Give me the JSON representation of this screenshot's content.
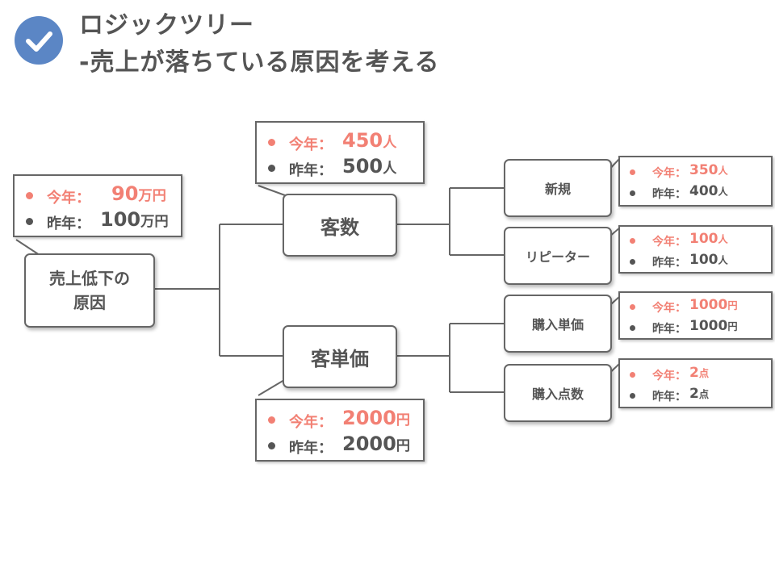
{
  "header": {
    "icon": "checkmark-circle-icon",
    "icon_color": "#5b86c5",
    "title_line1": "ロジックツリー",
    "title_line2": "-売上が落ちている原因を考える"
  },
  "colors": {
    "this_year": "#f28074",
    "last_year": "#555555",
    "border": "#666666"
  },
  "tree": {
    "root": {
      "label_line1": "売上低下の",
      "label_line2": "原因",
      "this_year_label": "今年：",
      "this_year_value": "90",
      "this_year_unit": "万円",
      "last_year_label": "昨年：",
      "last_year_value": "100",
      "last_year_unit": "万円"
    },
    "customers": {
      "label": "客数",
      "this_year_label": "今年：",
      "this_year_value": "450",
      "this_year_unit": "人",
      "last_year_label": "昨年：",
      "last_year_value": "500",
      "last_year_unit": "人"
    },
    "unit_price": {
      "label": "客単価",
      "this_year_label": "今年：",
      "this_year_value": "2000",
      "this_year_unit": "円",
      "last_year_label": "昨年：",
      "last_year_value": "2000",
      "last_year_unit": "円"
    },
    "new": {
      "label": "新規",
      "this_year_label": "今年：",
      "this_year_value": "350",
      "this_year_unit": "人",
      "last_year_label": "昨年：",
      "last_year_value": "400",
      "last_year_unit": "人"
    },
    "repeat": {
      "label": "リピーター",
      "this_year_label": "今年：",
      "this_year_value": "100",
      "this_year_unit": "人",
      "last_year_label": "昨年：",
      "last_year_value": "100",
      "last_year_unit": "人"
    },
    "purchase_price": {
      "label": "購入単価",
      "this_year_label": "今年：",
      "this_year_value": "1000",
      "this_year_unit": "円",
      "last_year_label": "昨年：",
      "last_year_value": "1000",
      "last_year_unit": "円"
    },
    "purchase_count": {
      "label": "購入点数",
      "this_year_label": "今年：",
      "this_year_value": "2",
      "this_year_unit": "点",
      "last_year_label": "昨年：",
      "last_year_value": "2",
      "last_year_unit": "点"
    }
  }
}
